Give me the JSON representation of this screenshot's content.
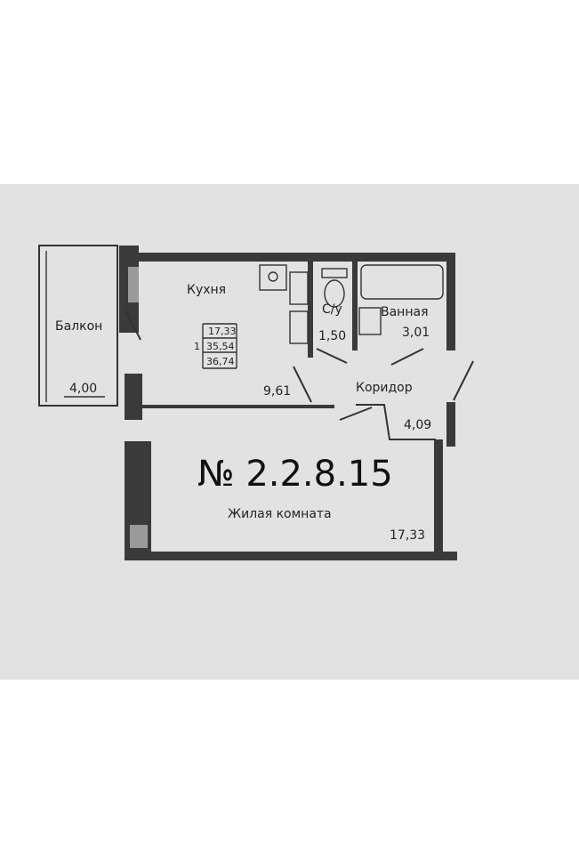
{
  "plan": {
    "number": "№ 2.2.8.15",
    "rooms": {
      "balcony": {
        "name": "Балкон",
        "area": "4,00"
      },
      "kitchen": {
        "name": "Кухня",
        "area": "9,61"
      },
      "wc": {
        "name": "С/у",
        "area": "1,50"
      },
      "bathroom": {
        "name": "Ванная",
        "area": "3,01"
      },
      "corridor": {
        "name": "Коридор",
        "area": "4,09"
      },
      "living": {
        "name": "Жилая комната",
        "area": "17,33"
      }
    },
    "summary": {
      "rooms_count": "1",
      "living_area": "17,33",
      "total_area": "35,54",
      "total_with_balcony": "36,74"
    }
  }
}
